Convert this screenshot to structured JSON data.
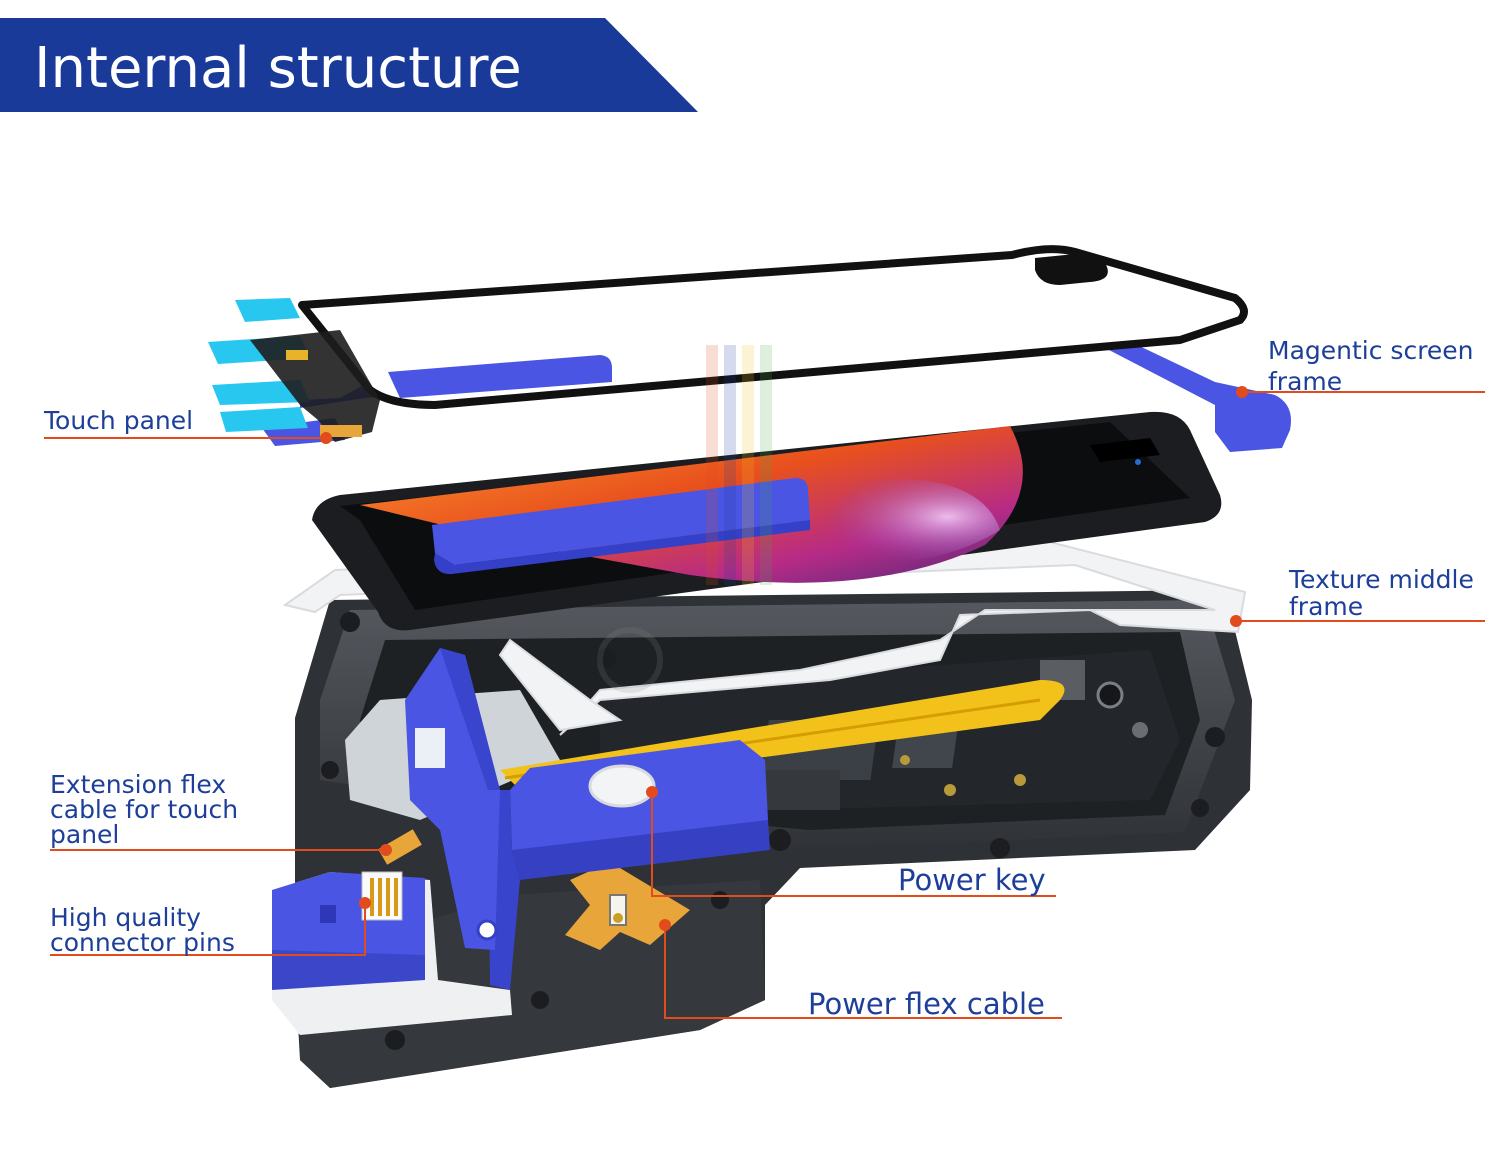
{
  "title": "Internal structure",
  "labels": {
    "touch_panel": "Touch panel",
    "magnetic_screen_frame": [
      "Magentic screen",
      "frame"
    ],
    "texture_middle_frame": [
      "Texture middle",
      "frame"
    ],
    "extension_flex_cable": [
      "Extension flex",
      "cable for touch",
      "panel"
    ],
    "connector_pins": [
      "High quality",
      "connector pins"
    ],
    "power_key": "Power key",
    "power_flex_cable": "Power flex cable"
  },
  "colors": {
    "banner": "#1a3a9a",
    "label_text": "#1d3f9a",
    "leader_line": "#e24b1c",
    "fixture_blue": "#4a55e0",
    "fixture_dark": "#3a3d42"
  }
}
